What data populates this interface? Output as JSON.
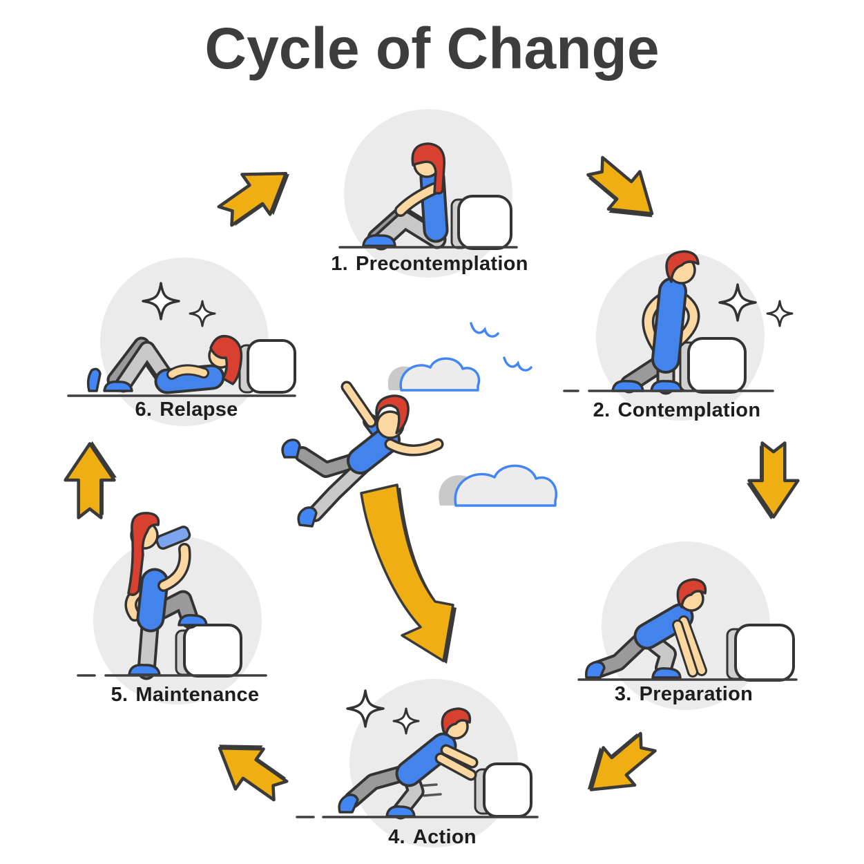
{
  "title": "Cycle of Change",
  "stages": [
    {
      "number": "1.",
      "name": "Precontemplation",
      "illustration": "person-sitting-leaning-on-block"
    },
    {
      "number": "2.",
      "name": "Contemplation",
      "illustration": "person-standing-hands-on-hips-looking-at-sparkles"
    },
    {
      "number": "3.",
      "name": "Preparation",
      "illustration": "person-crouched-in-start-position-facing-block"
    },
    {
      "number": "4.",
      "name": "Action",
      "illustration": "person-pushing-block"
    },
    {
      "number": "5.",
      "name": "Maintenance",
      "illustration": "person-foot-on-block-drinking-water"
    },
    {
      "number": "6.",
      "name": "Relapse",
      "illustration": "person-lying-down-head-on-block"
    }
  ],
  "center_scene": {
    "illustration": "person-falling-through-sky",
    "decorations": [
      "cloud",
      "cloud",
      "bird",
      "bird"
    ],
    "curved_arrow": "falls-back-to-action"
  },
  "cycle_arrows": [
    {
      "from": "Relapse",
      "to": "Precontemplation",
      "direction": "up-right"
    },
    {
      "from": "Precontemplation",
      "to": "Contemplation",
      "direction": "down-right"
    },
    {
      "from": "Contemplation",
      "to": "Preparation",
      "direction": "down"
    },
    {
      "from": "Preparation",
      "to": "Action",
      "direction": "down-left"
    },
    {
      "from": "Action",
      "to": "Maintenance",
      "direction": "up-left"
    },
    {
      "from": "Maintenance",
      "to": "Relapse",
      "direction": "up"
    }
  ],
  "colors": {
    "background": "#FFFFFF",
    "title_text": "#3D3D3D",
    "label_text": "#1D1D1D",
    "arrow_yellow": "#EFAE12",
    "outline_dark": "#333333",
    "hair_red": "#D8402F",
    "shirt_blue": "#4284EC",
    "pants_gray": "#C8C8C8",
    "pants_gray_dark": "#9A9A9A",
    "skin": "#FCD7A0",
    "shoe_blue": "#4285F4",
    "stage_circle_bg": "#EBEBEB",
    "cloud_fill": "#ECECEC",
    "cloud_shadow": "#C9C9C9",
    "cloud_outline": "#4285F4",
    "bottle_blue": "#7CA5EF"
  }
}
